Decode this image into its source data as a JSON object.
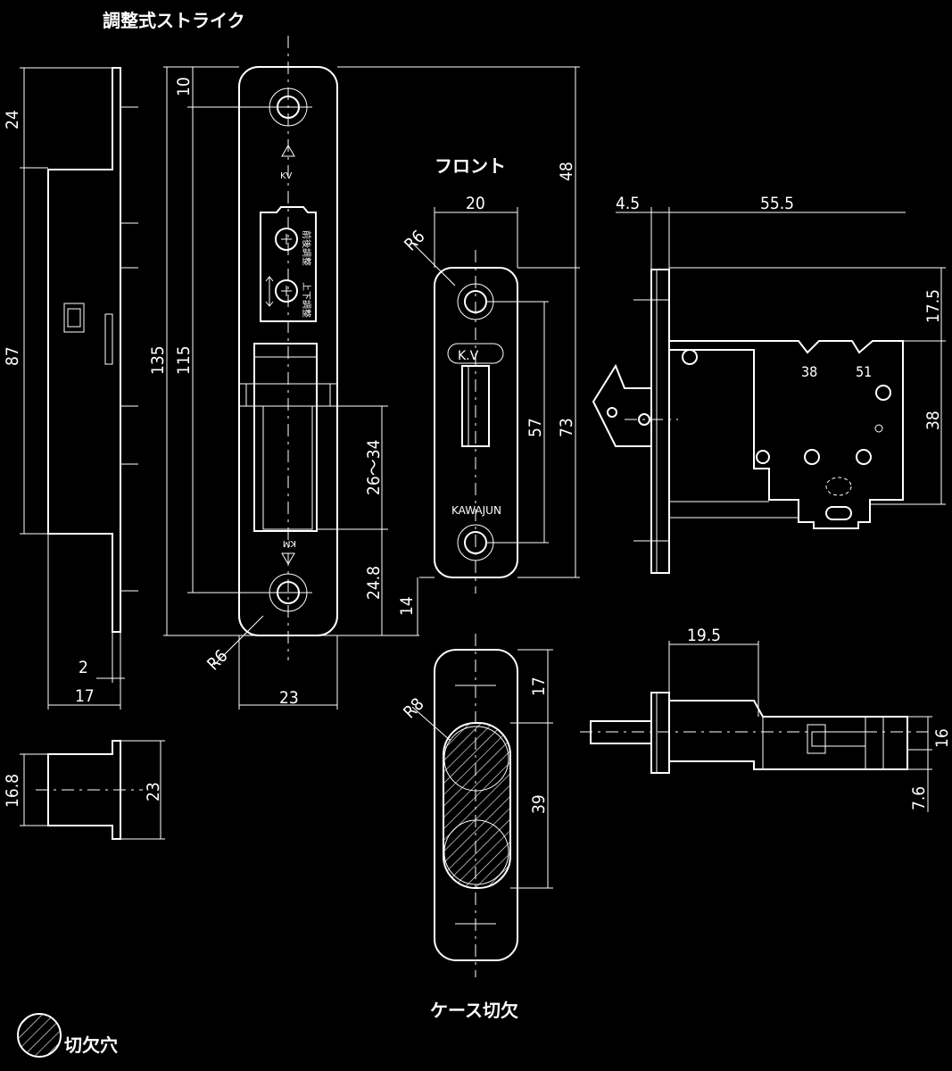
{
  "titles": {
    "strike": "調整式ストライク",
    "front": "フロント",
    "case_cutout": "ケース切欠",
    "legend": "切欠穴"
  },
  "labels": {
    "kv_top": "KV",
    "km_bottom": "KM",
    "adj_front_back": "前後調整",
    "adj_up_down": "上下調整",
    "front_kv": "K.V",
    "brand": "KAWAJUN"
  },
  "dims": {
    "d24": "24",
    "d87": "87",
    "d10": "10",
    "d135": "135",
    "d115": "115",
    "d26_34": "26〜34",
    "d24_8": "24.8",
    "d14": "14",
    "d48": "48",
    "r6_strike": "R6",
    "d23_strike": "23",
    "d2": "2",
    "d17_side": "17",
    "d16_8": "16.8",
    "d23_small": "23",
    "d20": "20",
    "r6_front": "R6",
    "d57": "57",
    "d73": "73",
    "d4_5": "4.5",
    "d55_5": "55.5",
    "d17_5": "17.5",
    "d38_right": "38",
    "n38": "38",
    "n51": "51",
    "r8": "R8",
    "d17_cut": "17",
    "d39": "39",
    "d19_5": "19.5",
    "d16": "16",
    "d7_6": "7.6"
  }
}
